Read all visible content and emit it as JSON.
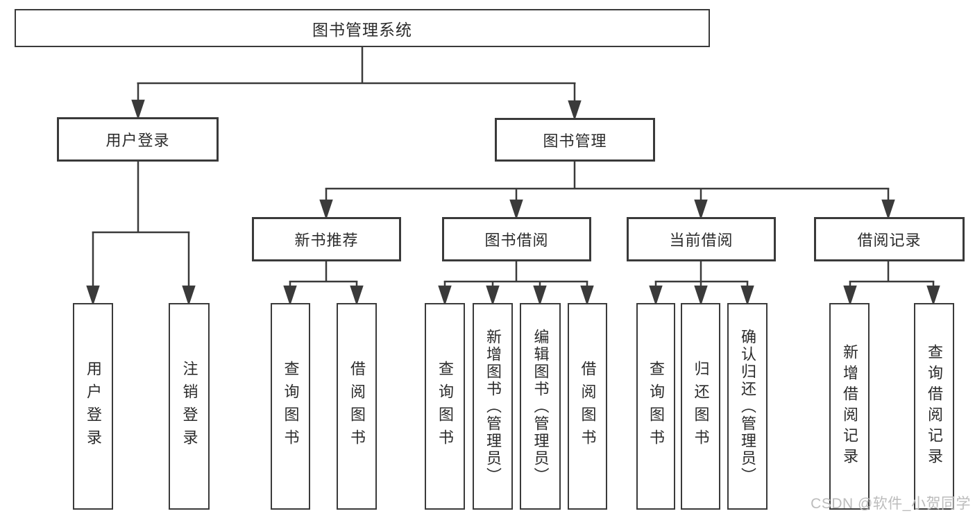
{
  "diagram": {
    "root": "图书管理系统",
    "level2": {
      "user_login": "用户登录",
      "book_management": "图书管理"
    },
    "level3": {
      "new_book_recommend": "新书推荐",
      "book_borrow": "图书借阅",
      "current_borrow": "当前借阅",
      "borrow_records": "借阅记录"
    },
    "leaves": {
      "login": "用户登录",
      "logout": "注销登录",
      "rec_query_book": "查询图书",
      "rec_borrow_book": "借阅图书",
      "bb_query_book": "查询图书",
      "bb_add_book": "新增图书（管理员）",
      "bb_edit_book": "编辑图书（管理员）",
      "bb_borrow_book": "借阅图书",
      "cb_query_book": "查询图书",
      "cb_return_book": "归还图书",
      "cb_confirm_return": "确认归还（管理员）",
      "br_add_record": "新增借阅记录",
      "br_query_record": "查询借阅记录"
    }
  },
  "watermark": "CSDN @软件_小贺同学",
  "colors": {
    "line": "#3a3a3a",
    "text": "#2b2b2b",
    "box_fill": "#ffffff",
    "watermark": "#bcbcbc",
    "background": "#ffffff"
  }
}
